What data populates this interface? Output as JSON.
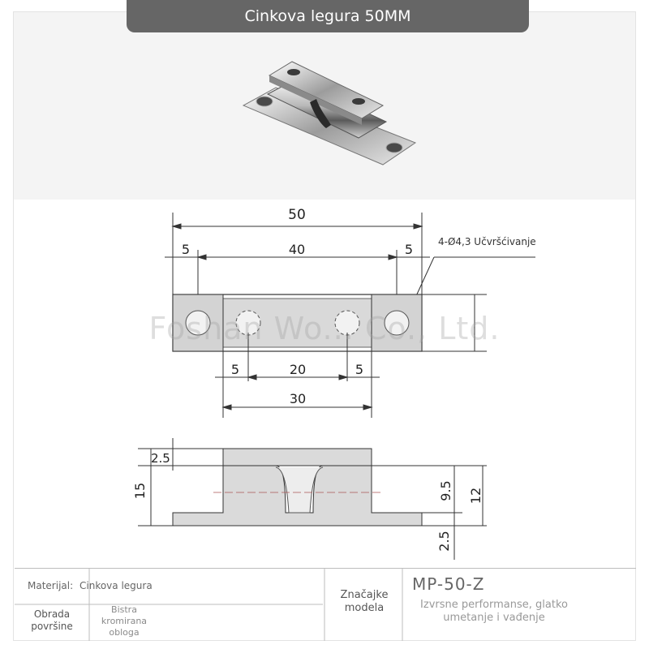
{
  "header": {
    "title": "Cinkova legura 50MM"
  },
  "watermark": "Foshan Wo... Co., Ltd.",
  "drawing_top": {
    "overall_length": "50",
    "edge_left": "5",
    "middle": "40",
    "edge_right": "5",
    "hole_callout": "4-Ø4,3 Učvršćivanje",
    "inner_left": "5",
    "inner_middle": "20",
    "inner_right": "5",
    "inner_length": "30"
  },
  "drawing_side": {
    "top_thickness": "2.5",
    "total_height": "15",
    "ball_height": "9.5",
    "right_height": "12",
    "base_thickness": "2.5"
  },
  "spec_table": {
    "material_label": "Materijal:",
    "material_value": "Cinkova legura",
    "finish_label": "Obrada površine",
    "finish_value": "Bistra kromirana obloga",
    "features_label": "Značajke modela",
    "model_code": "MP-50-Z",
    "features_value": "Izvrsne performanse, glatko umetanje i vađenje"
  },
  "colors": {
    "header_bg": "#666666",
    "line": "#333333",
    "part_fill": "#d9d9d9"
  }
}
